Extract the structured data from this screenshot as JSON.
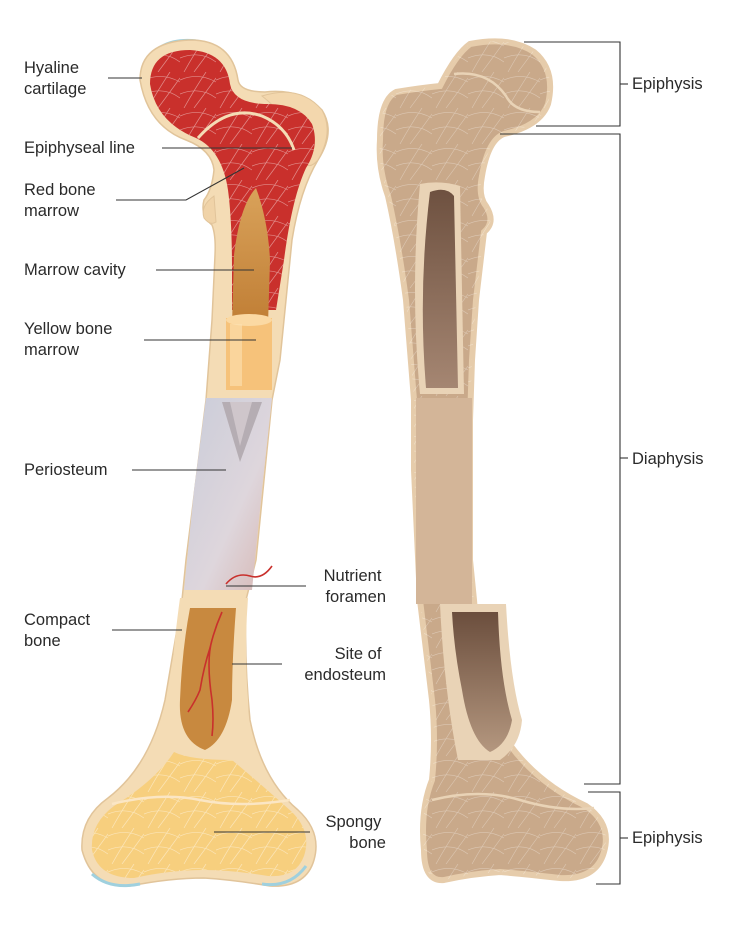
{
  "labels": {
    "hyaline_cartilage": [
      "Hyaline",
      "cartilage"
    ],
    "epiphyseal_line": [
      "Epiphyseal line"
    ],
    "red_bone_marrow": [
      "Red bone",
      "marrow"
    ],
    "marrow_cavity": [
      "Marrow cavity"
    ],
    "yellow_bone_marrow": [
      "Yellow bone",
      "marrow"
    ],
    "periosteum": [
      "Periosteum"
    ],
    "nutrient_foramen": [
      "Nutrient",
      "foramen"
    ],
    "compact_bone": [
      "Compact",
      "bone"
    ],
    "site_of_endosteum": [
      "Site of",
      "endosteum"
    ],
    "spongy_bone": [
      "Spongy",
      "bone"
    ]
  },
  "regions": {
    "epiphysis_top": "Epiphysis",
    "diaphysis": "Diaphysis",
    "epiphysis_bottom": "Epiphysis"
  },
  "colors": {
    "bone_outline": "#f4dcb5",
    "outline_stroke": "#d9b98a",
    "red_marrow": "#c9302c",
    "yellow_marrow": "#f6c27a",
    "marrow_cavity": "#c8893f",
    "spongy_bone": "#f7cf7e",
    "periosteum": "#d6d2dc",
    "right_bone": "#c9a98a",
    "right_cavity": "#7d5e4a",
    "cartilage": "#9fd0de"
  }
}
